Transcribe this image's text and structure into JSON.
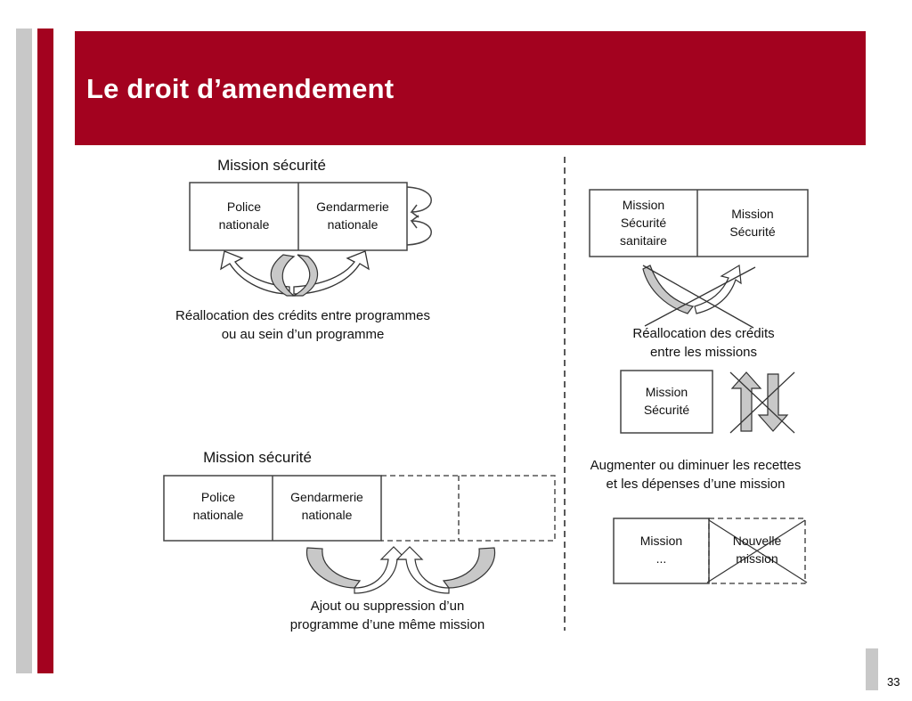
{
  "title": "Le droit d’amendement",
  "page_number": "33",
  "colors": {
    "accent": "#a3021f",
    "side_grey": "#c8c8c8",
    "arrow_fill": "#c8c8c8"
  },
  "top_left": {
    "heading": "Mission sécurité",
    "cell1": [
      "Police",
      "nationale"
    ],
    "cell2": [
      "Gendarmerie",
      "nationale"
    ],
    "caption": [
      "Réallocation des crédits entre programmes",
      "ou au sein d’un programme"
    ]
  },
  "bottom_left": {
    "heading": "Mission sécurité",
    "cell1": [
      "Police",
      "nationale"
    ],
    "cell2": [
      "Gendarmerie",
      "nationale"
    ],
    "caption": [
      "Ajout ou suppression d’un",
      "programme d’une même mission"
    ]
  },
  "right_top": {
    "cell1": [
      "Mission",
      "Sécurité",
      "sanitaire"
    ],
    "cell2": [
      "Mission",
      "Sécurité"
    ],
    "caption": [
      "Réallocation des crédits",
      "entre les missions"
    ]
  },
  "right_middle": {
    "cell": [
      "Mission",
      "Sécurité"
    ],
    "caption": [
      "Augmenter ou diminuer les recettes",
      "et les dépenses d’une mission"
    ]
  },
  "right_bottom": {
    "cell1": [
      "Mission",
      "..."
    ],
    "cell2": [
      "Nouvelle",
      "mission"
    ]
  }
}
